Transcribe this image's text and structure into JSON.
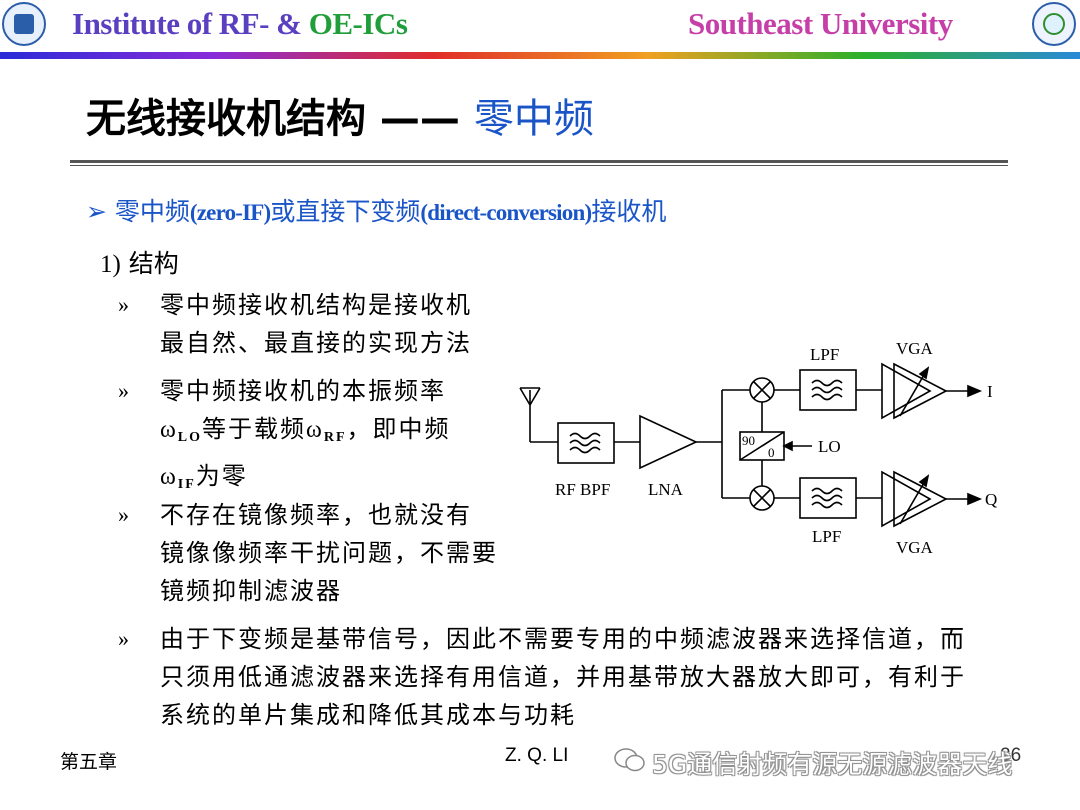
{
  "header": {
    "institute_part1": "Institute of RF- & ",
    "institute_part2": "OE-ICs",
    "university": "Southeast University"
  },
  "title": {
    "main": "无线接收机结构 —— ",
    "sub": "零中频"
  },
  "bullet": {
    "symbol": "➢",
    "text_a": " 零中频",
    "text_b": "(zero-IF)",
    "text_c": "或直接下变频",
    "text_d": "(direct-conversion)",
    "text_e": "接收机"
  },
  "section": {
    "number": "1)",
    "label": " 结构"
  },
  "items": {
    "mark": "»",
    "item1": [
      "零中频接收机结构是接收机",
      "最自然、最直接的实现方法"
    ],
    "item2": {
      "line1": "零中频接收机的本振频率",
      "omega": "ω",
      "lo_sub": "LO",
      "mid": "等于载频",
      "rf_sub": "RF",
      "end": "，即中频",
      "if_sub": "IF",
      "line3_end": "为零"
    },
    "item3": [
      "不存在镜像频率，也就没有",
      "镜像像频率干扰问题，不需要",
      "镜频抑制滤波器"
    ],
    "item4": [
      "由于下变频是基带信号，因此不需要专用的中频滤波器来选择信道，而",
      "只须用低通滤波器来选择有用信道，并用基带放大器放大即可，有利于",
      "系统的单片集成和降低其成本与功耗"
    ]
  },
  "diagram": {
    "rf_bpf": "RF BPF",
    "lna": "LNA",
    "lpf_top": "LPF",
    "lpf_bottom": "LPF",
    "vga_top": "VGA",
    "vga_bottom": "VGA",
    "lo": "LO",
    "phase_90": "90",
    "phase_0": "0",
    "out_i": "I",
    "out_q": "Q"
  },
  "footer": {
    "chapter": "第五章",
    "author": "Z. Q. LI",
    "page": "26",
    "watermark": "5G通信射频有源无源滤波器天线"
  }
}
